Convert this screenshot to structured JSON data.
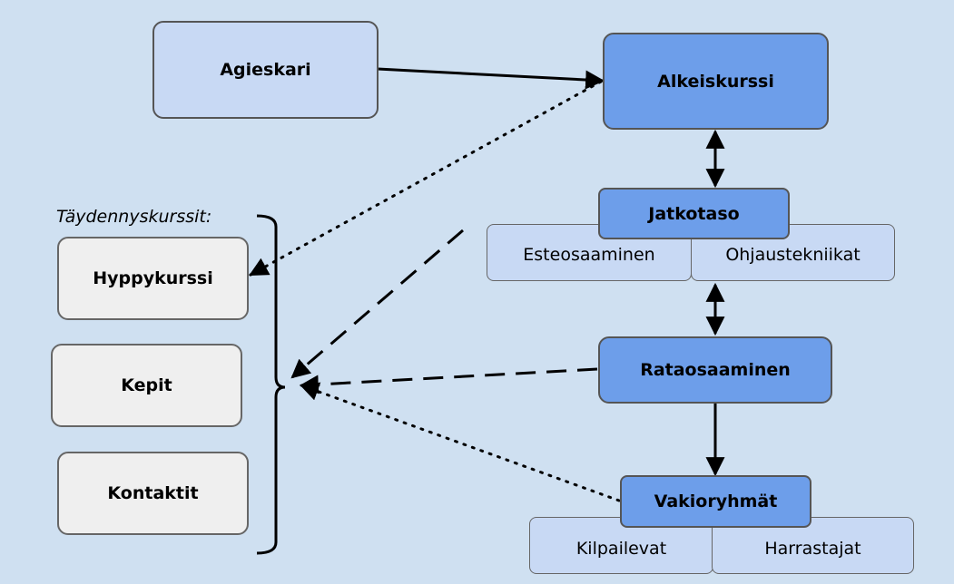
{
  "colors": {
    "background": "#cfe0f1",
    "light_node": "#c8d9f4",
    "dark_node": "#6d9eea",
    "gray_node": "#efefef"
  },
  "nodes": {
    "agieskari": "Agieskari",
    "alkeiskurssi": "Alkeiskurssi",
    "jatkotaso": "Jatkotaso",
    "esteosaaminen": "Esteosaaminen",
    "ohjaustekniikat": "Ohjaustekniikat",
    "rataosaaminen": "Rataosaaminen",
    "vakioryhmat": "Vakioryhmät",
    "kilpailevat": "Kilpailevat",
    "harrastajat": "Harrastajat"
  },
  "supplementary": {
    "caption": "Täydennyskurssit:",
    "courses": [
      "Hyppykurssi",
      "Kepit",
      "Kontaktit"
    ]
  }
}
